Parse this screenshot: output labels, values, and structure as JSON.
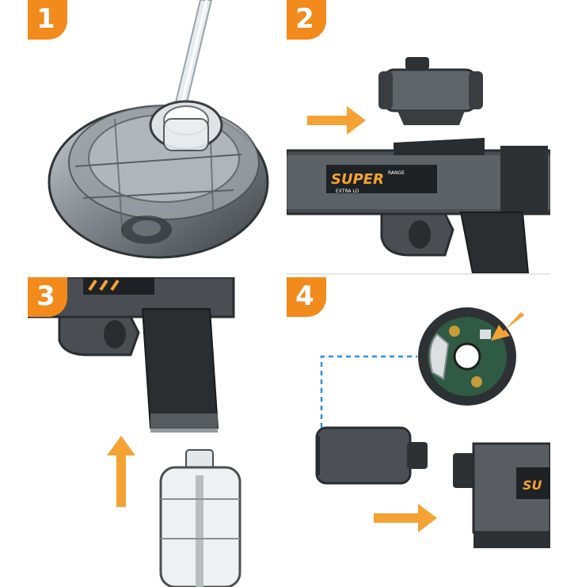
{
  "steps": [
    {
      "number": "1"
    },
    {
      "number": "2"
    },
    {
      "number": "3"
    },
    {
      "number": "4"
    }
  ],
  "decal": {
    "brand": "SUPER",
    "sub_left": "EXTRA LO",
    "sub_right": "RANGE"
  },
  "decal_step4": "SU",
  "colors": {
    "accent": "#f28a1c",
    "gun_body": "#3a3d40",
    "clear_shell": "#8a8f94",
    "dashed_line": "#2f8fd6",
    "board": "#2f5a44"
  }
}
